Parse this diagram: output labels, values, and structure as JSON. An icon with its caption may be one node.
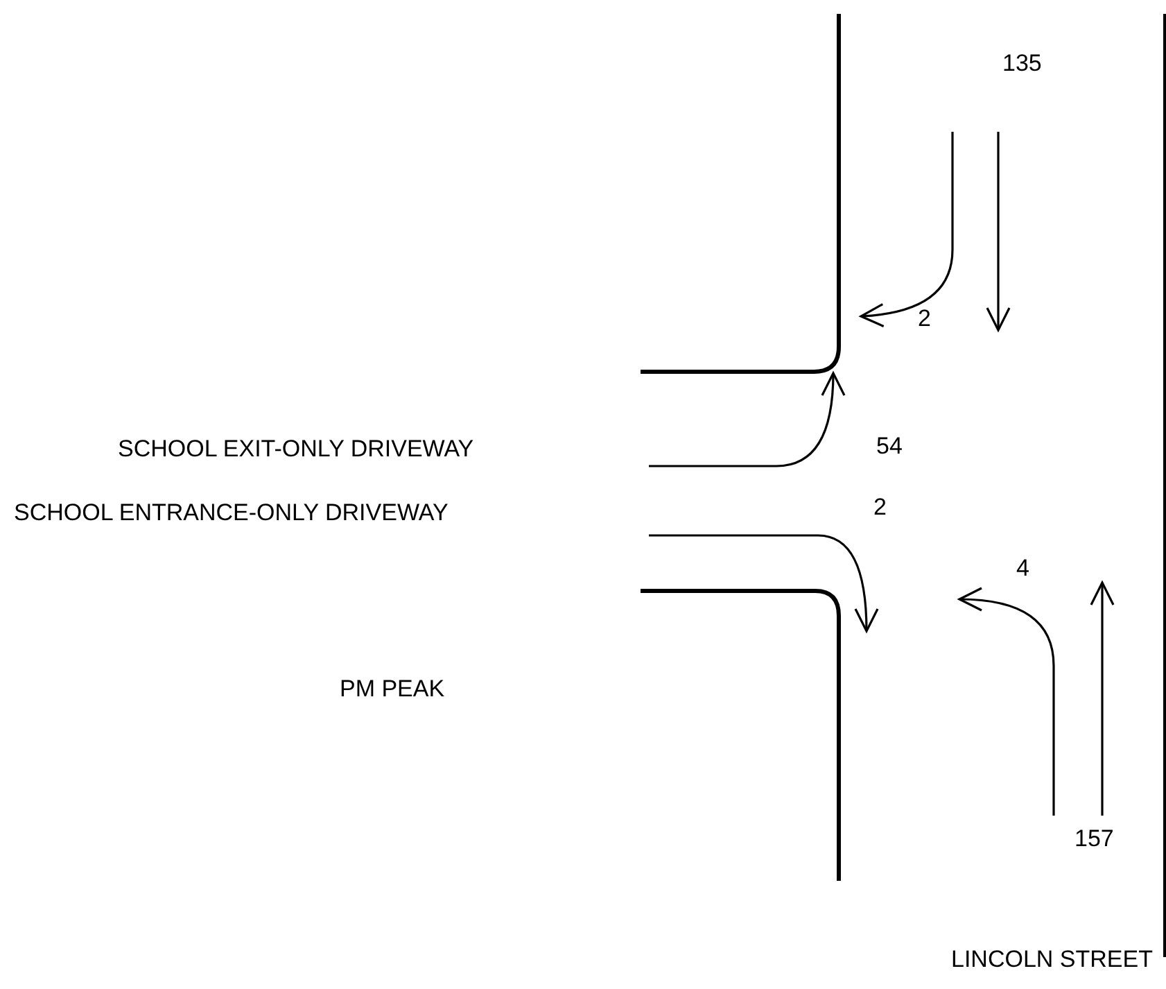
{
  "diagram": {
    "labels": [
      "135",
      "2",
      "SCHOOL EXIT-ONLY DRIVEWAY",
      "54",
      "SCHOOL ENTRANCE-ONLY DRIVEWAY",
      "2",
      "4",
      "PM PEAK",
      "157",
      "LINCOLN STREET"
    ]
  }
}
